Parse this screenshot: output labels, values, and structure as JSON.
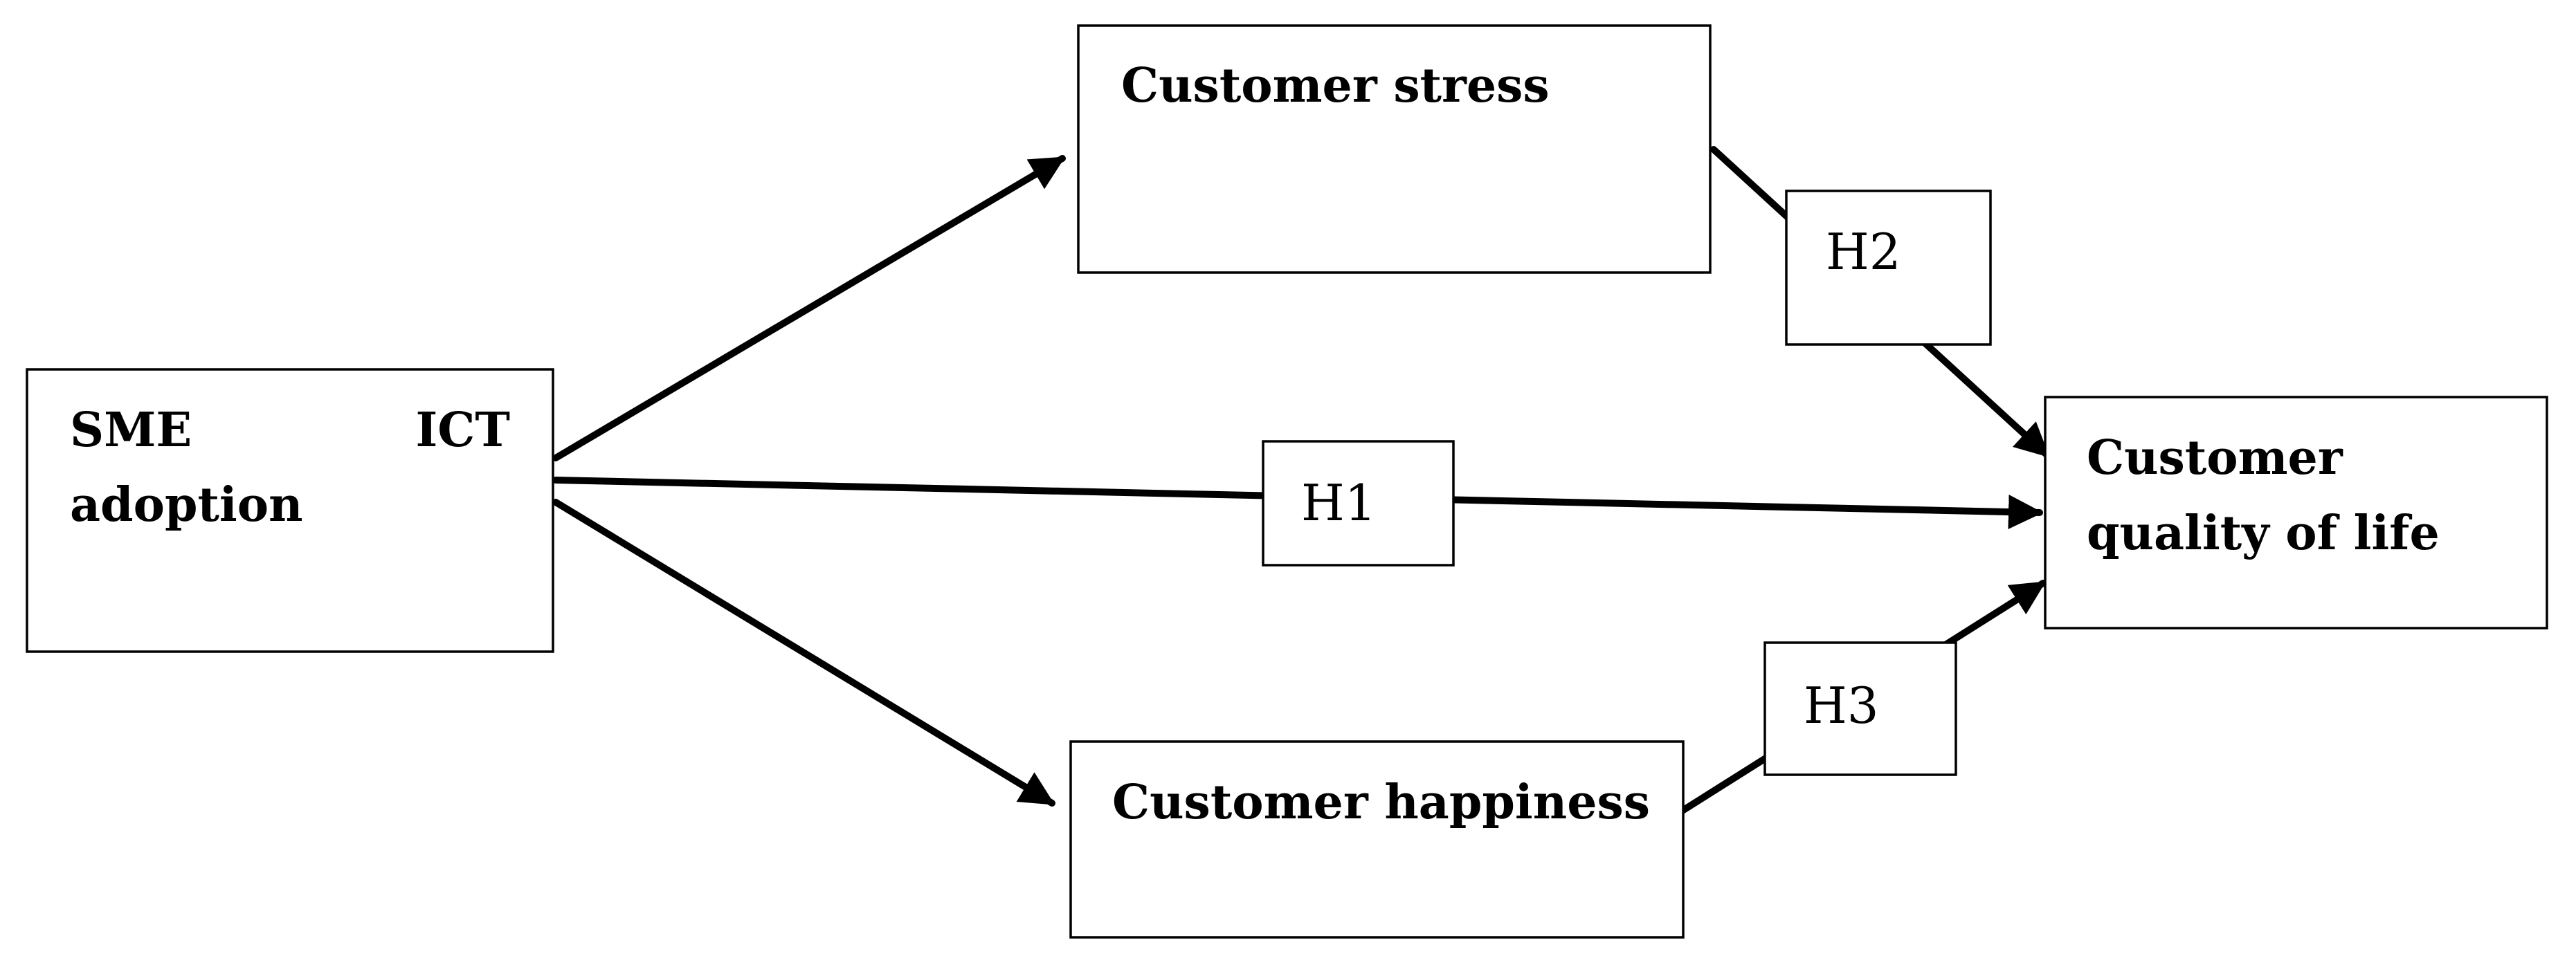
{
  "nodes": {
    "sme_ict": {
      "line1_left": "SME",
      "line1_right": "ICT",
      "line2": "adoption"
    },
    "stress": {
      "label": "Customer stress"
    },
    "happiness": {
      "label": "Customer happiness"
    },
    "quality": {
      "line1": "Customer",
      "line2": "quality of life"
    }
  },
  "hypotheses": {
    "h1": "H1",
    "h2": "H2",
    "h3": "H3"
  },
  "colors": {
    "stroke": "#000000",
    "background": "#ffffff"
  }
}
